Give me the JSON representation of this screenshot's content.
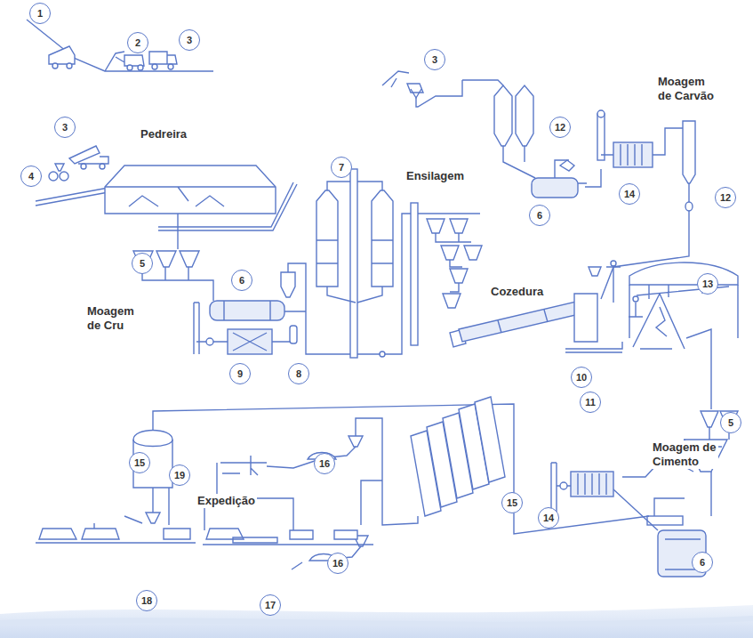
{
  "diagram": {
    "labels": [
      "1",
      "2",
      "3",
      "Pedreira",
      "3",
      "4",
      "7",
      "Ensilagem",
      "3",
      "12",
      "Moagem de Carvão",
      "12",
      "14",
      "6",
      "5",
      "6",
      "Moagem de Cru",
      "Cozedura",
      "13",
      "9",
      "8",
      "10",
      "11",
      "Moagem de Cimento",
      "5",
      "15",
      "19",
      "16",
      "Expedição",
      "15",
      "14",
      "6",
      "16",
      "18",
      "17"
    ]
  }
}
